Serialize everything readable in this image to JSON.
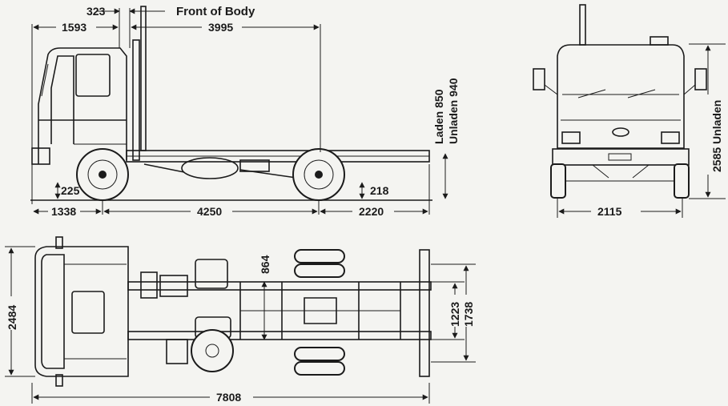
{
  "labels": {
    "front_of_body": "Front of Body",
    "laden": "Laden 850",
    "unladen": "Unladen 940",
    "height_unladen": "2585 Unladen"
  },
  "dimensions": {
    "cab_to_body_gap": "323",
    "front_to_cab_back": "1593",
    "body_length": "3995",
    "front_overhang": "1338",
    "wheelbase": "4250",
    "rear_overhang": "2220",
    "front_ground_clearance": "225",
    "rear_ground_clearance": "218",
    "overall_width": "2484",
    "frame_height_mark": "864",
    "frame_width": "1223",
    "rear_track": "1738",
    "overall_length": "7808",
    "front_track": "2115"
  },
  "colors": {
    "ink": "#1b1b1b",
    "paper": "#f4f4f1"
  }
}
